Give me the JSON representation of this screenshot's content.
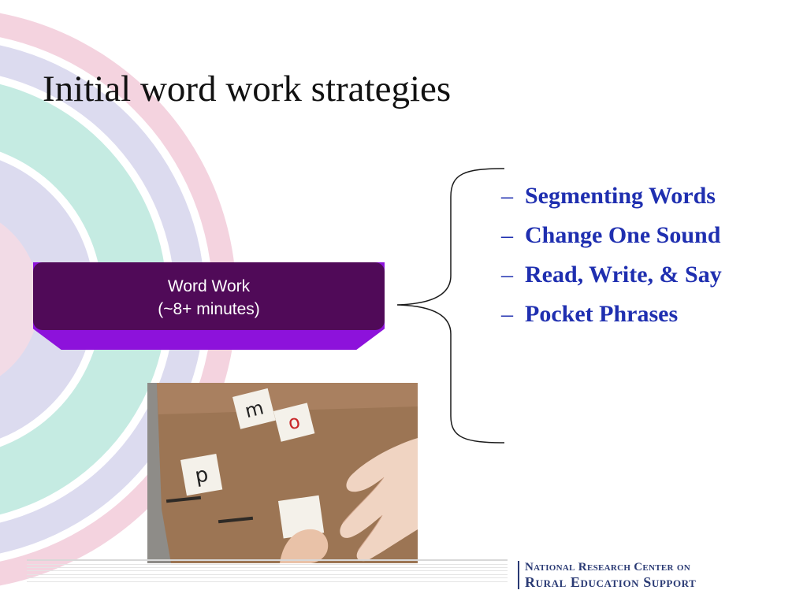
{
  "slide": {
    "title": "Initial word work strategies"
  },
  "word_work_box": {
    "line1": "Word Work",
    "line2": "(~8+ minutes)"
  },
  "strategies": [
    "Segmenting Words",
    "Change One Sound",
    "Read, Write, & Say",
    "Pocket Phrases"
  ],
  "photo": {
    "tiles": [
      "m",
      "o",
      "p"
    ]
  },
  "logo": {
    "line1": "National Research Center on",
    "line2": "Rural Education Support"
  },
  "colors": {
    "box_fill": "#500a58",
    "box_shadow": "#8d12db",
    "bullet_text": "#1f2fb0",
    "logo_text": "#2a3a74",
    "arc_pink": "#f4d3df",
    "arc_lavender": "#dcdbef",
    "arc_teal": "#c5ebe2"
  }
}
